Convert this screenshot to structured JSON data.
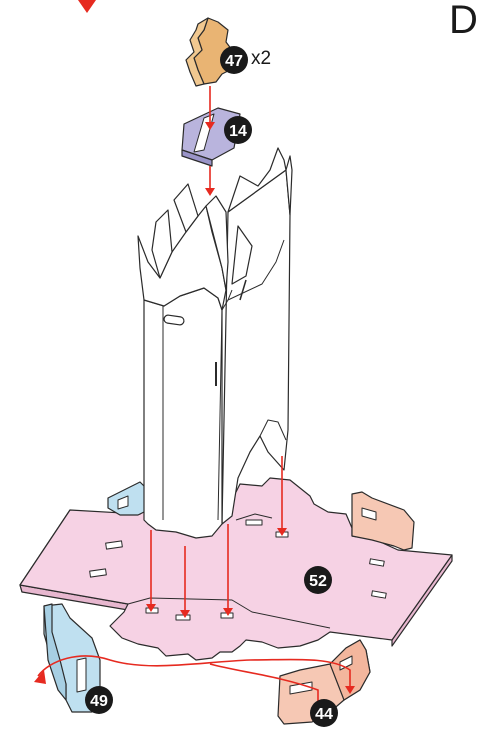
{
  "step": {
    "letter": "D"
  },
  "parts": [
    {
      "id": "47",
      "quantity": "x2"
    },
    {
      "id": "14"
    },
    {
      "id": "52"
    },
    {
      "id": "49"
    },
    {
      "id": "44"
    }
  ],
  "colors": {
    "tan": "#f1c890",
    "lavender": "#b9b4dd",
    "pink": "#f6d2e4",
    "light-blue": "#bfe0f0",
    "peach": "#f6c8b4",
    "arrow-red": "#e62a20",
    "outline": "#2b2b2b",
    "badge": "#1a1a1a"
  }
}
